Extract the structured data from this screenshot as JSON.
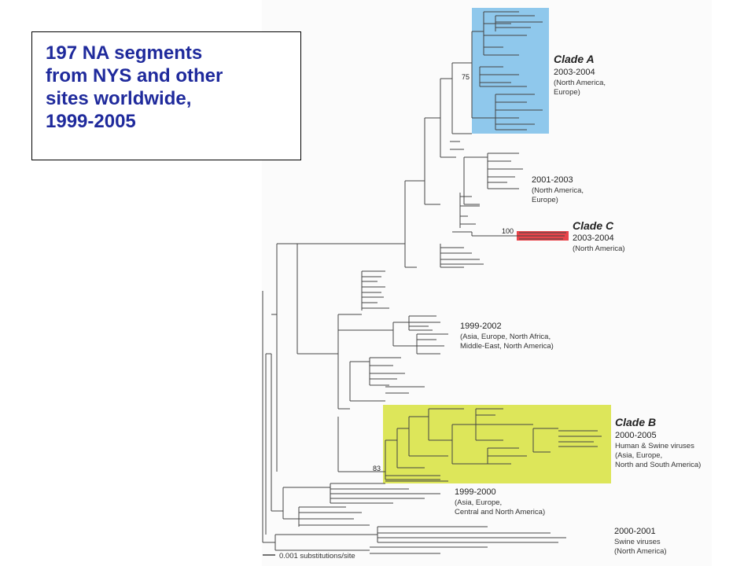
{
  "caption": {
    "lines": [
      "197 NA segments",
      "from NYS and other",
      "sites worldwide,",
      "1999-2005"
    ]
  },
  "colors": {
    "caption_text": "#1f2a9c",
    "clade_a_highlight": "#8fc8ec",
    "clade_b_highlight": "#dde65a",
    "clade_c_highlight": "#e8444a",
    "branch": "#444444"
  },
  "groups": {
    "clade_a": {
      "name": "Clade A",
      "years": "2003-2004",
      "regions": [
        "(North America,",
        "Europe)"
      ],
      "bootstrap": "75"
    },
    "group_2001": {
      "years": "2001-2003",
      "regions": [
        "(North America,",
        "Europe)"
      ]
    },
    "clade_c": {
      "name": "Clade C",
      "years": "2003-2004",
      "regions": [
        "(North America)"
      ],
      "bootstrap": "100"
    },
    "group_1999_2002": {
      "years": "1999-2002",
      "regions": [
        "(Asia, Europe, North Africa,",
        "Middle-East, North America)"
      ]
    },
    "clade_b": {
      "name": "Clade B",
      "years": "2000-2005",
      "regions": [
        "Human & Swine viruses",
        "(Asia, Europe,",
        "North and South America)"
      ],
      "bootstrap": "83"
    },
    "group_1999_2000": {
      "years": "1999-2000",
      "regions": [
        "(Asia, Europe,",
        "Central and North America)"
      ]
    },
    "group_2000_2001": {
      "years": "2000-2001",
      "regions": [
        "Swine viruses",
        "(North America)"
      ]
    }
  },
  "scale_bar": {
    "label": "0.001 substitutions/site"
  }
}
